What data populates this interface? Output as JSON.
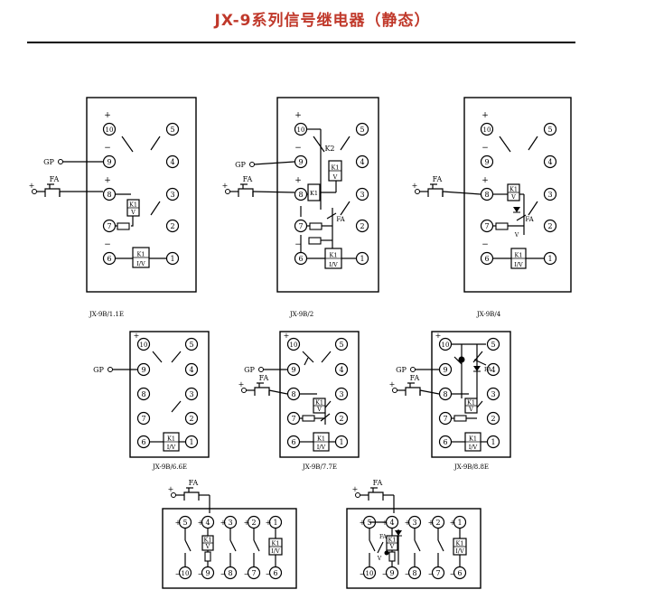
{
  "title": "JX-9系列信号继电器（静态）",
  "colors": {
    "title": "#c0392b",
    "line": "#000000"
  },
  "labels": {
    "gp": "GP",
    "fa": "FA",
    "k1": "K1",
    "k2": "K2",
    "v": "V",
    "iv": "I/V",
    "plus": "+",
    "minus": "−"
  },
  "terminals": [
    "1",
    "2",
    "3",
    "4",
    "5",
    "6",
    "7",
    "8",
    "9",
    "10"
  ],
  "models": [
    "JX-9B/1.1E",
    "JX-9B/2",
    "JX-9B/4",
    "JX-9B/6.6E",
    "JX-9B/7.7E",
    "JX-9B/8.8E"
  ]
}
